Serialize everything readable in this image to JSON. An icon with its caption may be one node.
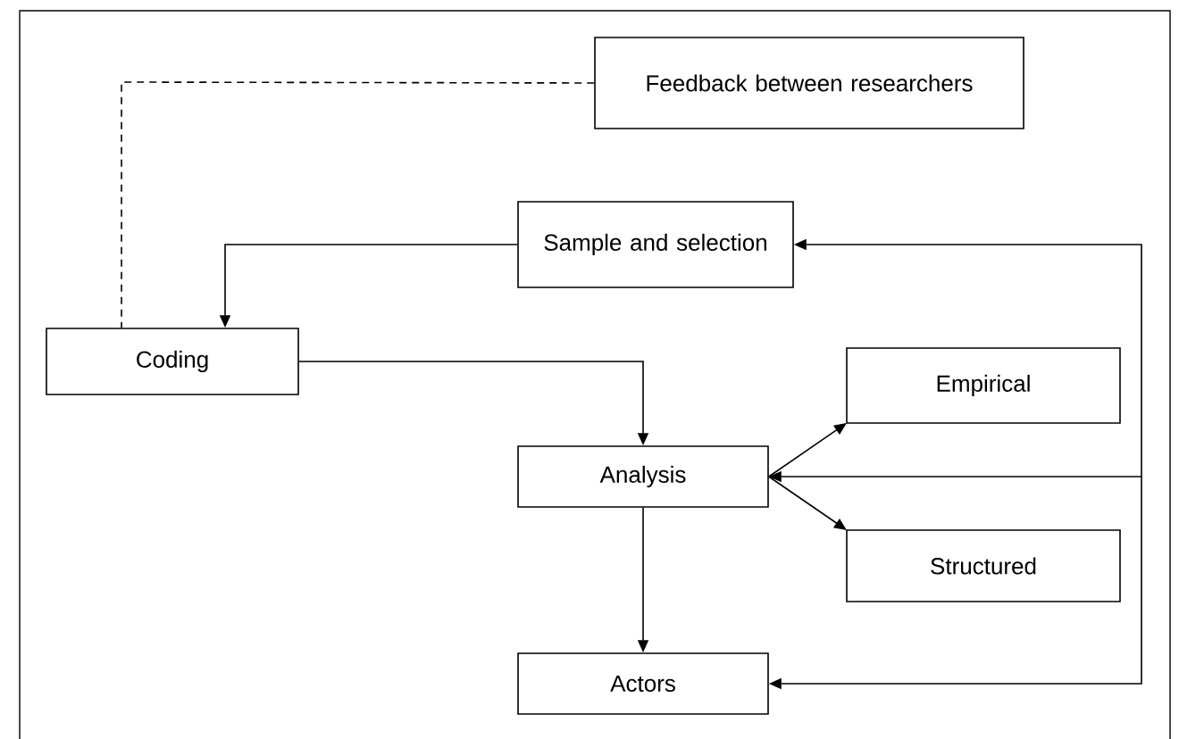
{
  "diagram": {
    "nodes": [
      {
        "text": [
          "Feedback between researchers"
        ]
      },
      {
        "text": [
          "Sample and selection"
        ]
      },
      {
        "text": [
          "Coding"
        ]
      },
      {
        "text": [
          "Empirical"
        ]
      },
      {
        "text": [
          "Analysis"
        ]
      },
      {
        "text": [
          "Structured"
        ]
      },
      {
        "text": [
          "Actors"
        ]
      }
    ],
    "edges": [
      {
        "from": 0,
        "to": 2,
        "arrow": "none",
        "style": "dashed"
      },
      {
        "from": 1,
        "to": 2,
        "arrow": "to"
      },
      {
        "from": 2,
        "to": 4,
        "arrow": "to"
      },
      {
        "from": 4,
        "to": 3,
        "arrow": "to"
      },
      {
        "from": 4,
        "to": 5,
        "arrow": "to"
      },
      {
        "from": 4,
        "to": 6,
        "arrow": "to"
      },
      {
        "from": null,
        "to": 1,
        "arrow": "to"
      },
      {
        "from": null,
        "to": 4,
        "arrow": "to"
      },
      {
        "from": null,
        "to": 6,
        "arrow": "to"
      }
    ]
  }
}
